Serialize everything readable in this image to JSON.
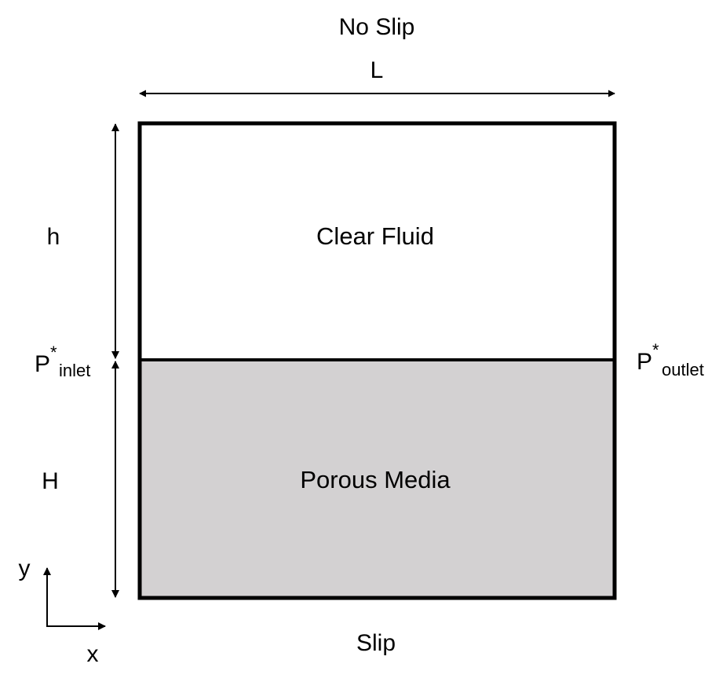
{
  "diagram": {
    "top_boundary": "No Slip",
    "bottom_boundary": "Slip",
    "length_label": "L",
    "upper_height_label": "h",
    "lower_height_label": "H",
    "upper_region": "Clear Fluid",
    "lower_region": "Porous Media",
    "inlet": {
      "base": "P",
      "sup": "*",
      "sub": "inlet"
    },
    "outlet": {
      "base": "P",
      "sup": "*",
      "sub": "outlet"
    },
    "axes": {
      "x": "x",
      "y": "y"
    },
    "colors": {
      "porous_fill": "#d3d1d2",
      "line": "#000000",
      "background": "#ffffff"
    }
  }
}
